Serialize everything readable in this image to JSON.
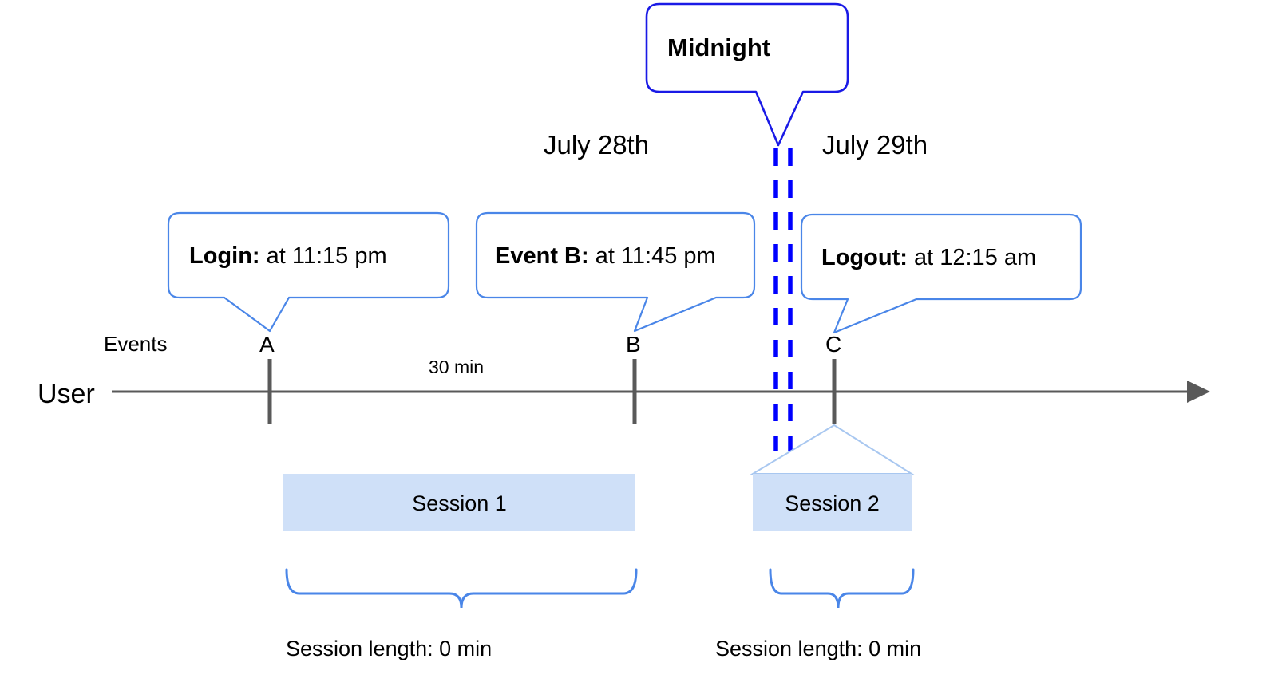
{
  "diagram": {
    "title_callout": {
      "label": "Midnight"
    },
    "dates": [
      {
        "label": "July 28th"
      },
      {
        "label": "July 29th"
      }
    ],
    "event_callouts": [
      {
        "bold": "Login:",
        "rest": " at 11:15 pm"
      },
      {
        "bold": "Event B:",
        "rest": " at 11:45 pm"
      },
      {
        "bold": "Logout:",
        "rest": " at 12:15 am"
      }
    ],
    "row_labels": {
      "events": "Events",
      "user": "User"
    },
    "event_markers": [
      {
        "letter": "A"
      },
      {
        "letter": "B"
      },
      {
        "letter": "C"
      }
    ],
    "interval_label": "30 min",
    "sessions": [
      {
        "label": "Session 1",
        "length_label": "Session length: 0 min"
      },
      {
        "label": "Session 2",
        "length_label": "Session length: 0 min"
      }
    ],
    "colors": {
      "midnight_border": "#1a1ae6",
      "midnight_dashed_line": "#0000ff",
      "callout_border": "#4a86e8",
      "brace": "#4a86e8",
      "session_fill": "#cfe0f8",
      "funnel_stroke": "#a8c7f0",
      "axis": "#595959",
      "text": "#000000"
    }
  },
  "chart_data": {
    "type": "timeline",
    "title": "User session timeline across midnight boundary",
    "axis": {
      "name": "User",
      "direction": "left-to-right",
      "arrow": true
    },
    "day_boundary": {
      "label": "Midnight",
      "between": [
        "July 28th",
        "July 29th"
      ]
    },
    "events": [
      {
        "id": "A",
        "name": "Login",
        "time": "11:15 pm",
        "date": "July 28th"
      },
      {
        "id": "B",
        "name": "Event B",
        "time": "11:45 pm",
        "date": "July 28th"
      },
      {
        "id": "C",
        "name": "Logout",
        "time": "12:15 am",
        "date": "July 29th"
      }
    ],
    "intervals": [
      {
        "from": "A",
        "to": "B",
        "label": "30 min"
      }
    ],
    "sessions": [
      {
        "name": "Session 1",
        "spans": [
          "A",
          "B"
        ],
        "length": "0 min"
      },
      {
        "name": "Session 2",
        "spans": [
          "C"
        ],
        "length": "0 min"
      }
    ]
  }
}
